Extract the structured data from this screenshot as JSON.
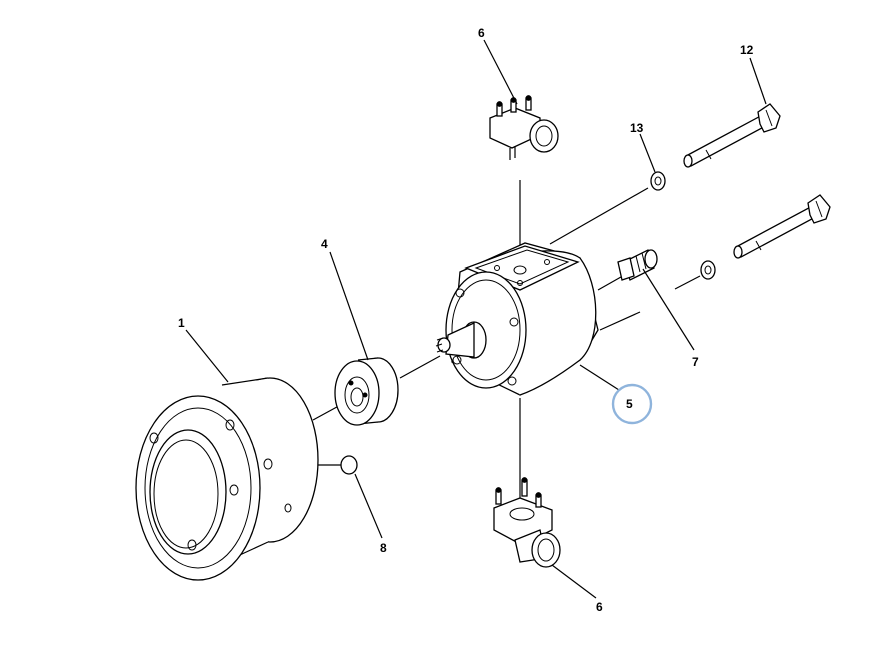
{
  "callouts": {
    "c1": "1",
    "c4": "4",
    "c5": "5",
    "c6_top": "6",
    "c6_bottom": "6",
    "c7": "7",
    "c8": "8",
    "c12": "12",
    "c13": "13"
  },
  "highlight": {
    "callout": "5",
    "color": "#8fb4dc"
  }
}
